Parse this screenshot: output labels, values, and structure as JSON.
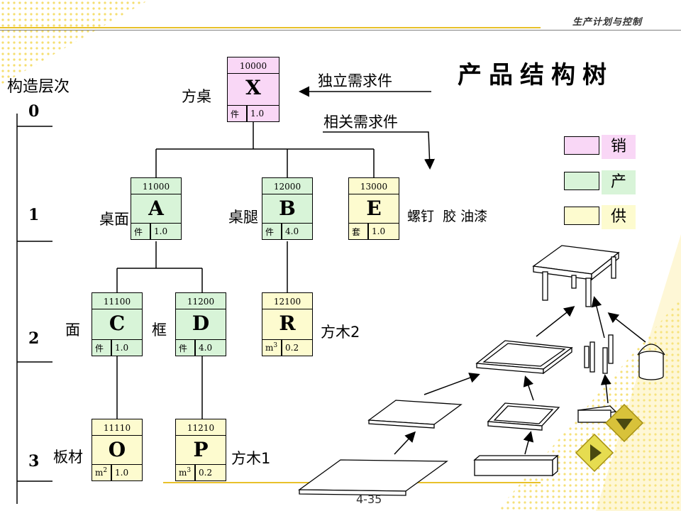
{
  "header": {
    "course": "生产计划与控制"
  },
  "title": "产品结构树",
  "side_title": "构造层次",
  "levels": [
    "0",
    "1",
    "2",
    "3"
  ],
  "annotations": {
    "independent": "独立需求件",
    "dependent": "相关需求件"
  },
  "nodes": {
    "X": {
      "code": "10000",
      "letter": "X",
      "unit": "件",
      "qty": "1.0",
      "name": "方桌"
    },
    "A": {
      "code": "11000",
      "letter": "A",
      "unit": "件",
      "qty": "1.0",
      "name": "桌面"
    },
    "B": {
      "code": "12000",
      "letter": "B",
      "unit": "件",
      "qty": "4.0",
      "name": "桌腿"
    },
    "E": {
      "code": "13000",
      "letter": "E",
      "unit": "套",
      "qty": "1.0",
      "name": "螺钉  胶 油漆"
    },
    "C": {
      "code": "11100",
      "letter": "C",
      "unit": "件",
      "qty": "1.0",
      "name": "面"
    },
    "D": {
      "code": "11200",
      "letter": "D",
      "unit": "件",
      "qty": "4.0",
      "name": "框"
    },
    "R": {
      "code": "12100",
      "letter": "R",
      "unit": "m3",
      "qty": "0.2",
      "name": "方木2"
    },
    "O": {
      "code": "11110",
      "letter": "O",
      "unit": "m2",
      "qty": "1.0",
      "name": "板材"
    },
    "P": {
      "code": "11210",
      "letter": "P",
      "unit": "m3",
      "qty": "0.2",
      "name": "方木1"
    }
  },
  "legend": [
    {
      "label": "销",
      "color": "#f9d7f6"
    },
    {
      "label": "产",
      "color": "#d8f4d8"
    },
    {
      "label": "供",
      "color": "#fdfbcf"
    }
  ],
  "footer": {
    "page": "4-35"
  },
  "colors": {
    "accent": "#e8c12a",
    "sell": "#f9d7f6",
    "make": "#d8f4d8",
    "buy": "#fdfbcf"
  }
}
